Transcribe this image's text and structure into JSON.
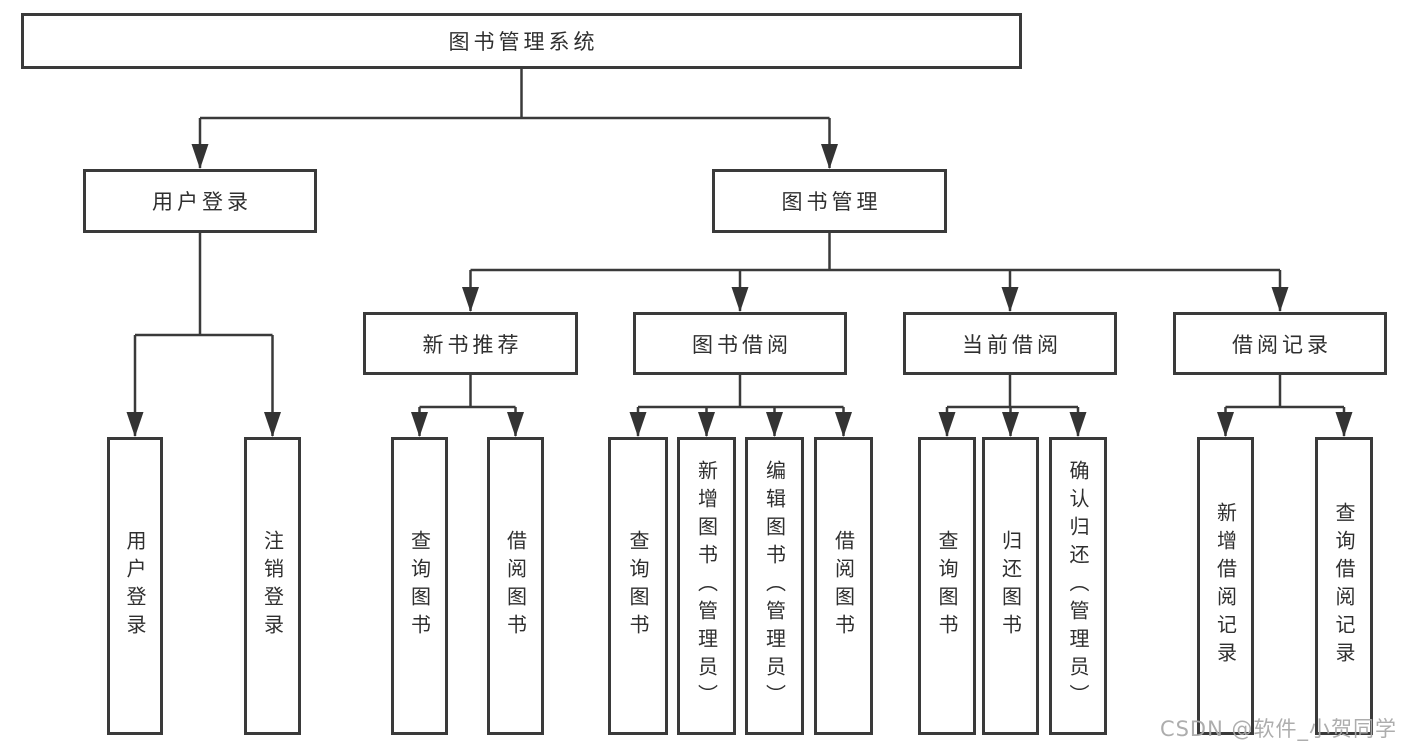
{
  "nodes": {
    "root": {
      "label": "图书管理系统"
    },
    "level2": [
      {
        "label": "用户登录"
      },
      {
        "label": "图书管理"
      }
    ],
    "level3": [
      {
        "label": "新书推荐"
      },
      {
        "label": "图书借阅"
      },
      {
        "label": "当前借阅"
      },
      {
        "label": "借阅记录"
      }
    ],
    "leaves": {
      "user": [
        "用户登录",
        "注销登录"
      ],
      "recommend": [
        "查询图书",
        "借阅图书"
      ],
      "borrow": [
        "查询图书",
        "新增图书（管理员）",
        "编辑图书（管理员）",
        "借阅图书"
      ],
      "current": [
        "查询图书",
        "归还图书",
        "确认归还（管理员）"
      ],
      "records": [
        "新增借阅记录",
        "查询借阅记录"
      ]
    }
  },
  "watermark": {
    "text": "CSDN @软件_小贺同学"
  },
  "colors": {
    "line": "#3a3a3a",
    "arrow": "#333333",
    "text": "#2f2f2f",
    "watermark": "#a9a9a9",
    "background": "#ffffff"
  }
}
